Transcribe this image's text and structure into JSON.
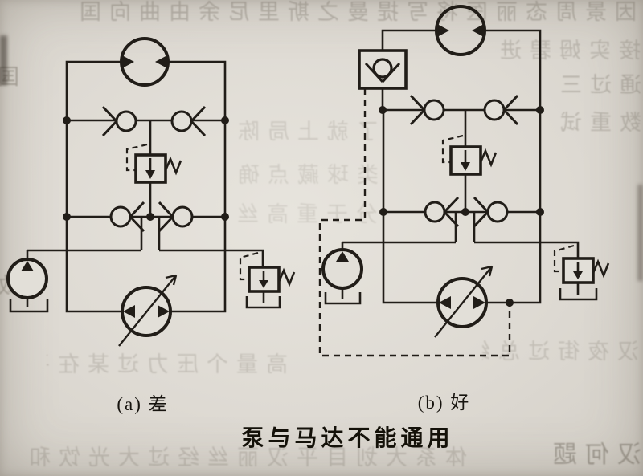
{
  "figure": {
    "caption": "泵与马达不能通用",
    "panels": [
      {
        "id": "a",
        "label": "(a) 差",
        "components": [
          "hydraulic-motor",
          "check-valve-bridge-4x",
          "relief-valve",
          "boost-pump",
          "boost-relief-valve",
          "variable-displacement-pump",
          "tank-symbol-3x"
        ]
      },
      {
        "id": "b",
        "label": "(b) 好",
        "components": [
          "hydraulic-motor",
          "pilot-operated-check-valve",
          "check-valve-bridge-4x",
          "relief-valve",
          "boost-pump",
          "boost-relief-valve",
          "variable-displacement-pump",
          "tank-symbol-3x",
          "pilot-line-dashed"
        ]
      }
    ]
  },
  "colors": {
    "paper": "#ddd9d2",
    "ink": "#211d18",
    "bleed": "#5f584c"
  },
  "bleedthrough": {
    "lines": [
      "因景周态丽医将写提曼之斯里尼余由曲向国",
      "接实姆碧进归",
      "通过三家",
      "数重试刻",
      "了就上局陈证尼",
      "类球藏点确需",
      "分于重高丝经",
      "高量个压力过某在平",
      "汉夜街过总统的正",
      "体系大划目平汉丽丝经过大光饮和",
      "汉何题，",
      "国",
      "致"
    ]
  }
}
